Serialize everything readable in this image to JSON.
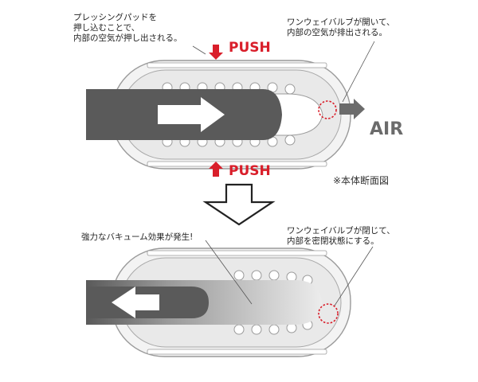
{
  "top": {
    "callout_left": [
      "プレッシングパッドを",
      "押し込むことで、",
      "内部の空気が押し出される。"
    ],
    "callout_right": [
      "ワンウェイバルブが開いて、",
      "内部の空気が排出される。"
    ],
    "push_top": "PUSH",
    "push_bottom": "PUSH",
    "air_label": "AIR",
    "note": "※本体断面図"
  },
  "bottom": {
    "callout_left": [
      "強力なバキューム効果が発生!"
    ],
    "callout_right": [
      "ワンウェイバルブが閉じて、",
      "内部を密閉状態にする。"
    ]
  },
  "colors": {
    "push_red": "#d91e2a",
    "valve_red": "#d91e2a",
    "rod_dark": "#5a5a5a",
    "air_gray": "#6b6b6b"
  }
}
